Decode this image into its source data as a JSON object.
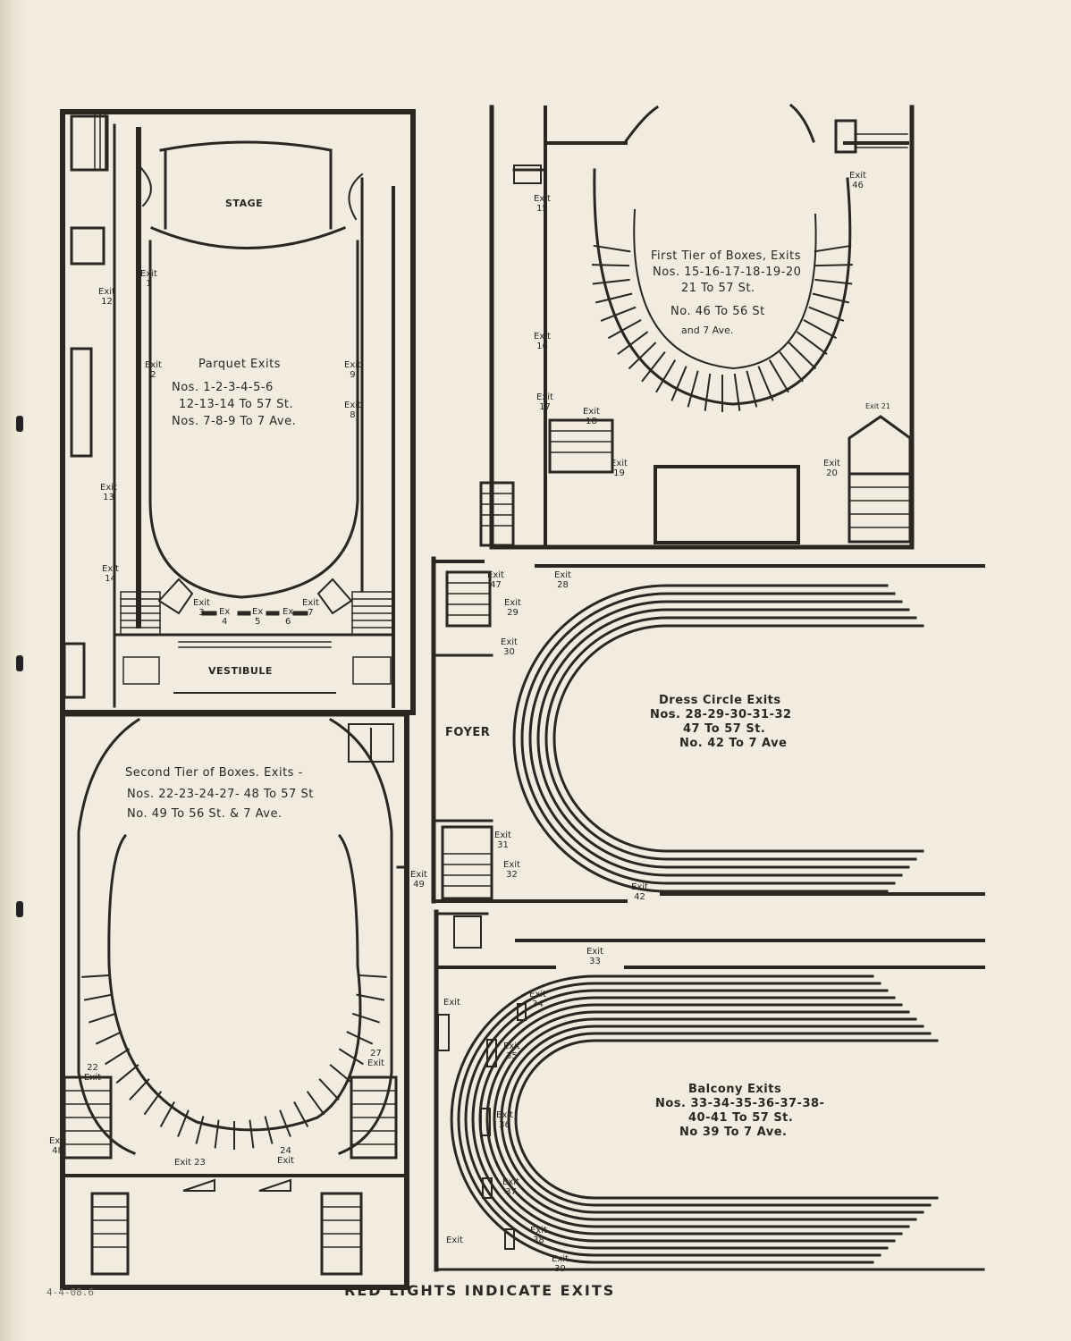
{
  "plans": {
    "parquet": {
      "stage": "STAGE",
      "vestibule": "VESTIBULE",
      "title": "Parquet Exits",
      "line1": "Nos. 1-2-3-4-5-6",
      "line2": "12-13-14 To 57 St.",
      "line3": "Nos. 7-8-9 To 7 Ave.",
      "exits": {
        "e1": "Exit\n1",
        "e2": "Exit\n2",
        "e9": "Exit\n9",
        "e8": "Exit\n8",
        "e12": "Exit\n12",
        "e13": "Exit\n13",
        "e14": "Exit\n14",
        "e3": "Exit\n3",
        "e4": "Ex\n4",
        "e5": "Ex\n5",
        "e6": "Ex\n6",
        "e7": "Exit\n7"
      }
    },
    "first_tier": {
      "line1": "First Tier of Boxes, Exits",
      "line2": "Nos. 15-16-17-18-19-20",
      "line3": "21 To 57 St.",
      "line4": "No. 46 To 56 St",
      "line5": "and 7 Ave.",
      "exits": {
        "e15": "Exit\n15",
        "e16": "Exit\n16",
        "e17": "Exit\n17",
        "e18": "Exit\n18",
        "e19": "Exit\n19",
        "e20": "Exit\n20",
        "e46": "Exit\n46",
        "e21": "Exit 21"
      }
    },
    "dress_circle": {
      "foyer": "FOYER",
      "line1": "Dress Circle Exits",
      "line2": "Nos. 28-29-30-31-32",
      "line3": "47 To 57 St.",
      "line4": "No. 42 To 7 Ave",
      "exits": {
        "e47": "Exit\n47",
        "e28": "Exit\n28",
        "e29": "Exit\n29",
        "e30": "Exit\n30",
        "e31": "Exit\n31",
        "e32": "Exit\n32",
        "e42": "Exit\n42"
      }
    },
    "second_tier": {
      "line1": "Second Tier of Boxes. Exits -",
      "line2": "Nos. 22-23-24-27- 48 To 57 St",
      "line3": "No. 49 To 56 St. & 7 Ave.",
      "exits": {
        "e22": "22\nExit",
        "e27": "27\nExit",
        "e48": "Exit\n48",
        "e23": "Exit 23",
        "e24": "24\nExit",
        "e49": "Exit\n49"
      }
    },
    "balcony": {
      "line1": "Balcony Exits",
      "line2": "Nos. 33-34-35-36-37-38-",
      "line3": "40-41 To 57 St.",
      "line4": "No 39 To 7 Ave.",
      "exits": {
        "e33": "Exit\n33",
        "e34": "Exit\n34",
        "e35": "Exit\n35",
        "e36": "Exit\n36",
        "e37": "Exit\n37",
        "e38": "Exit\n38",
        "e39": "Exit\n39",
        "e40": "Exit",
        "e41": "Exit"
      }
    }
  },
  "footer": "RED LIGHTS INDICATE EXITS",
  "pencil_note": "4-4-08.6",
  "colors": {
    "ink": "#2a2622",
    "paper": "#f1ecdf"
  }
}
